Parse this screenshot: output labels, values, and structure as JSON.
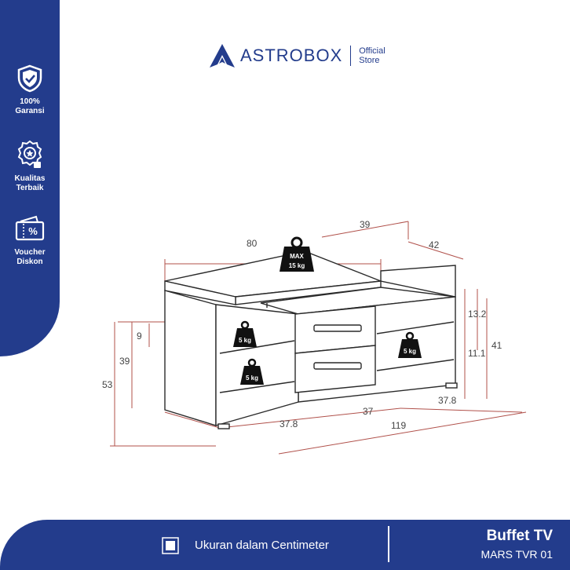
{
  "brand": {
    "name": "ASTROBOX",
    "store": "Official Store"
  },
  "badges": [
    {
      "label_1": "100%",
      "label_2": "Garansi",
      "icon": "shield-check-icon"
    },
    {
      "label_1": "Kualitas",
      "label_2": "Terbaik",
      "icon": "quality-medal-icon"
    },
    {
      "label_1": "Voucher",
      "label_2": "Diskon",
      "icon": "voucher-icon"
    }
  ],
  "dimensions": {
    "top_width": "80",
    "top_depth_back": "39",
    "side_depth": "42",
    "left_height_1": "9",
    "left_height_2": "39",
    "total_height": "53",
    "right_height_1": "13.2",
    "right_height_2": "11.1",
    "right_total": "41",
    "bottom_left": "37.8",
    "bottom_middle": "37",
    "bottom_right": "37.8",
    "bottom_total": "119"
  },
  "weights": {
    "top": "MAX",
    "top_2": "15 kg",
    "shelf": "5 kg"
  },
  "colors": {
    "primary": "#233c8c",
    "dimension_line": "#b0504a"
  },
  "footer": {
    "unit_text": "Ukuran dalam Centimeter",
    "title": "Buffet TV",
    "subtitle": "MARS TVR 01"
  }
}
